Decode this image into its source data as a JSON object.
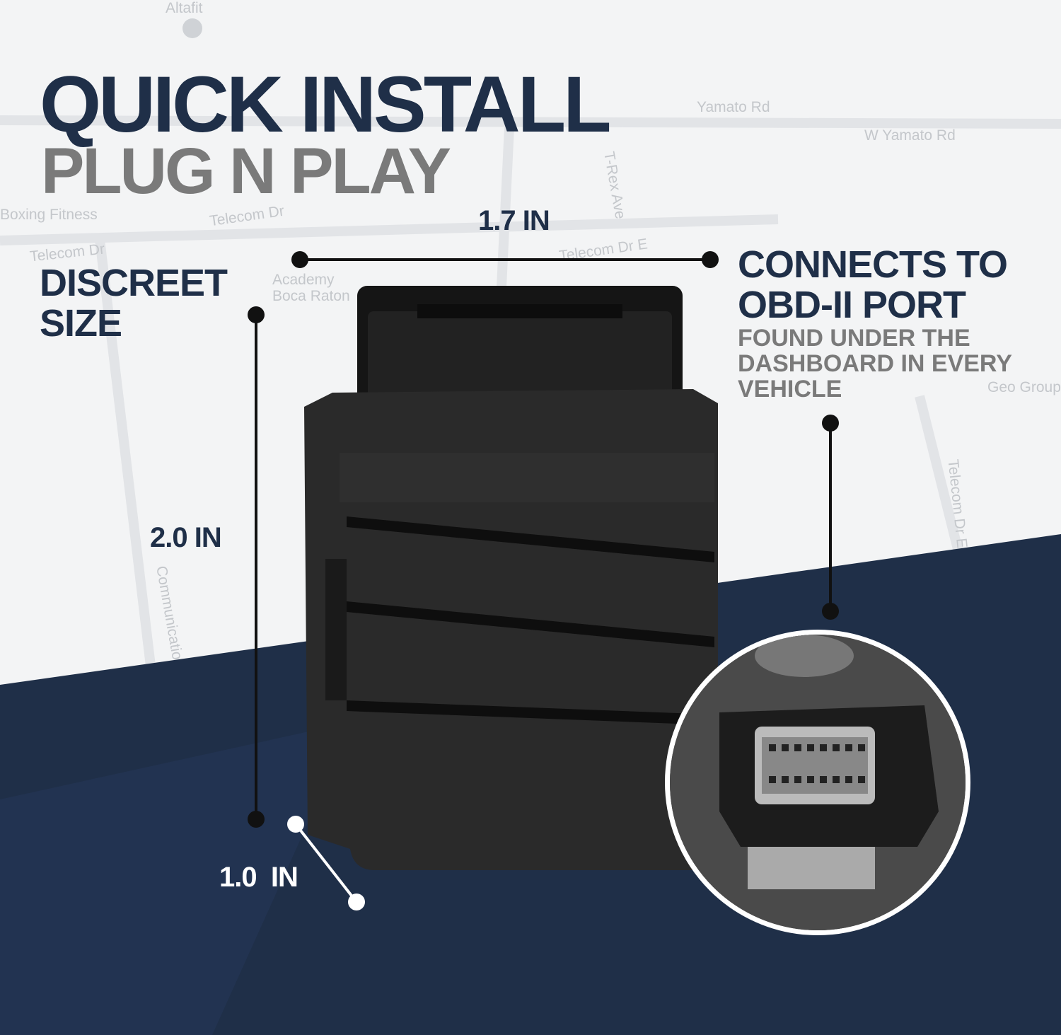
{
  "headline": {
    "title": "QUICK INSTALL",
    "subtitle": "PLUG N PLAY"
  },
  "features": {
    "size": {
      "title_line1": "DISCREET",
      "title_line2": "SIZE"
    },
    "port": {
      "title_line1": "CONNECTS TO",
      "title_line2": "OBD-II PORT",
      "desc_line1": "FOUND UNDER THE",
      "desc_line2": "DASHBOARD IN EVERY",
      "desc_line3": "VEHICLE"
    }
  },
  "dimensions": {
    "width": "1.7 IN",
    "height": "2.0 IN",
    "depth": "1.0  IN"
  },
  "map": {
    "labels": [
      "Altafit",
      "W Yamato Rd",
      "Yamato Rd",
      "Telecom Dr",
      "Telecom Dr",
      "Telecom Dr E",
      "Boxing Fitness",
      "Academy Boca Raton",
      "Geo Group",
      "Communication Ave",
      "T-Rex Ave",
      "Telecom Dr E"
    ]
  },
  "colors": {
    "navy": "#1f2f48",
    "gray": "#7a7a7a",
    "background": "#f3f4f5"
  }
}
